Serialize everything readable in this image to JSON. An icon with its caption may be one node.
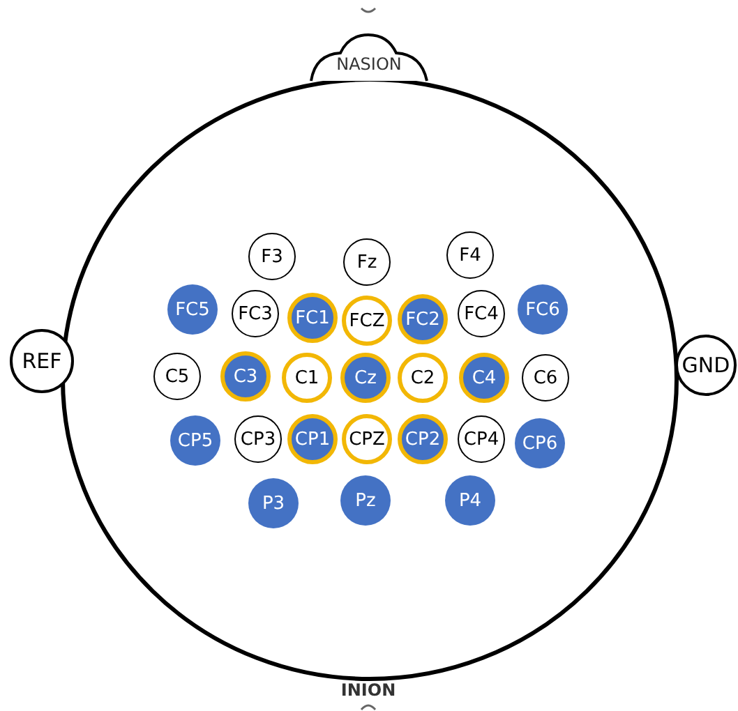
{
  "diagram": {
    "nodes": [
      {
        "text": [
          "NASION"
        ]
      },
      {
        "text": [
          "F3"
        ]
      },
      {
        "text": [
          "Fz"
        ]
      },
      {
        "text": [
          "F4"
        ]
      },
      {
        "text": [
          "FC5"
        ]
      },
      {
        "text": [
          "FC3"
        ]
      },
      {
        "text": [
          "FC1"
        ]
      },
      {
        "text": [
          "FCZ"
        ]
      },
      {
        "text": [
          "FC2"
        ]
      },
      {
        "text": [
          "FC4"
        ]
      },
      {
        "text": [
          "FC6"
        ]
      },
      {
        "text": [
          "REF"
        ]
      },
      {
        "text": [
          "C5"
        ]
      },
      {
        "text": [
          "C3"
        ]
      },
      {
        "text": [
          "C1"
        ]
      },
      {
        "text": [
          "Cz"
        ]
      },
      {
        "text": [
          "C2"
        ]
      },
      {
        "text": [
          "C4"
        ]
      },
      {
        "text": [
          "C6"
        ]
      },
      {
        "text": [
          "GND"
        ]
      },
      {
        "text": [
          "CP5"
        ]
      },
      {
        "text": [
          "CP3"
        ]
      },
      {
        "text": [
          "CP1"
        ]
      },
      {
        "text": [
          "CPZ"
        ]
      },
      {
        "text": [
          "CP2"
        ]
      },
      {
        "text": [
          "CP4"
        ]
      },
      {
        "text": [
          "CP6"
        ]
      },
      {
        "text": [
          "P3"
        ]
      },
      {
        "text": [
          "Pz"
        ]
      },
      {
        "text": [
          "P4"
        ]
      }
    ],
    "labels": [
      "INION"
    ]
  }
}
